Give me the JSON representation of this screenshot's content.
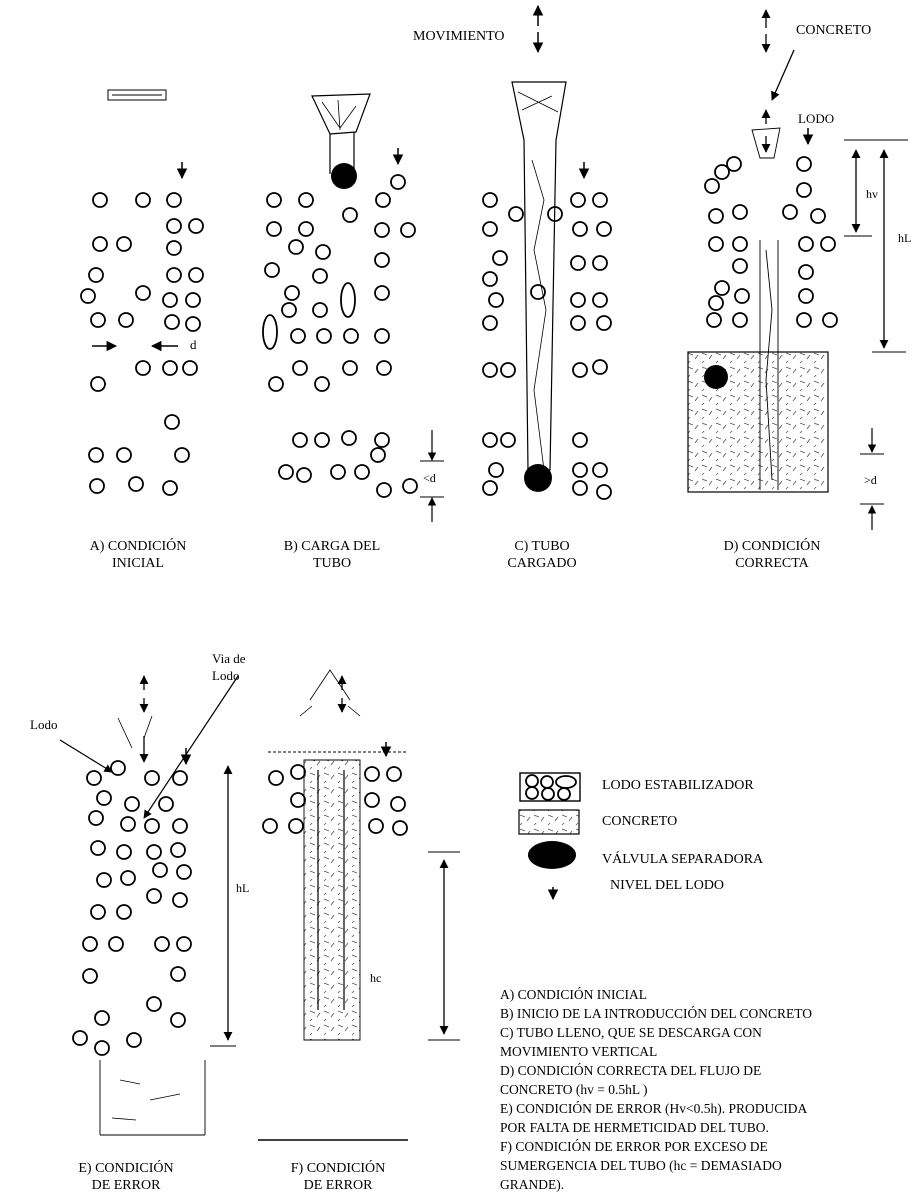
{
  "labels": {
    "movimiento": "MOVIMIENTO",
    "concreto_top": "CONCRETO",
    "lodo_top": "LODO",
    "d": "d",
    "lt_d": "<d",
    "gt_d": ">d",
    "hv": "hv",
    "hL": "hL",
    "hc": "hc",
    "via_de_lodo": "Via de\nLodo",
    "lodo_e": "Lodo"
  },
  "panels": [
    {
      "id": "A",
      "line1": "A) CONDICIÓN",
      "line2": "INICIAL"
    },
    {
      "id": "B",
      "line1": "B) CARGA DEL",
      "line2": "TUBO"
    },
    {
      "id": "C",
      "line1": "C) TUBO",
      "line2": "CARGADO"
    },
    {
      "id": "D",
      "line1": "D) CONDICIÓN",
      "line2": "CORRECTA"
    },
    {
      "id": "E",
      "line1": "E) CONDICIÓN",
      "line2": "DE ERROR"
    },
    {
      "id": "F",
      "line1": "F) CONDICIÓN",
      "line2": "DE ERROR"
    }
  ],
  "legend": [
    {
      "symbol": "slurry-symbol",
      "label": "LODO ESTABILIZADOR"
    },
    {
      "symbol": "concrete-symbol",
      "label": "CONCRETO"
    },
    {
      "symbol": "valve-symbol",
      "label": "VÁLVULA SEPARADORA"
    },
    {
      "symbol": "level-arrow-symbol",
      "label": "NIVEL DEL LODO"
    }
  ],
  "notes": [
    "A) CONDICIÓN INICIAL",
    "B) INICIO DE LA INTRODUCCIÓN DEL CONCRETO",
    "C) TUBO LLENO, QUE SE DESCARGA CON",
    "MOVIMIENTO VERTICAL",
    "D) CONDICIÓN CORRECTA DEL FLUJO DE",
    "CONCRETO (hv = 0.5hL )",
    "E) CONDICIÓN DE ERROR (Hv<0.5h). PRODUCIDA",
    "POR FALTA DE HERMETICIDAD DEL TUBO.",
    "F) CONDICIÓN DE ERROR POR EXCESO DE",
    "SUMERGENCIA DEL TUBO (hc = DEMASIADO",
    "GRANDE)."
  ]
}
